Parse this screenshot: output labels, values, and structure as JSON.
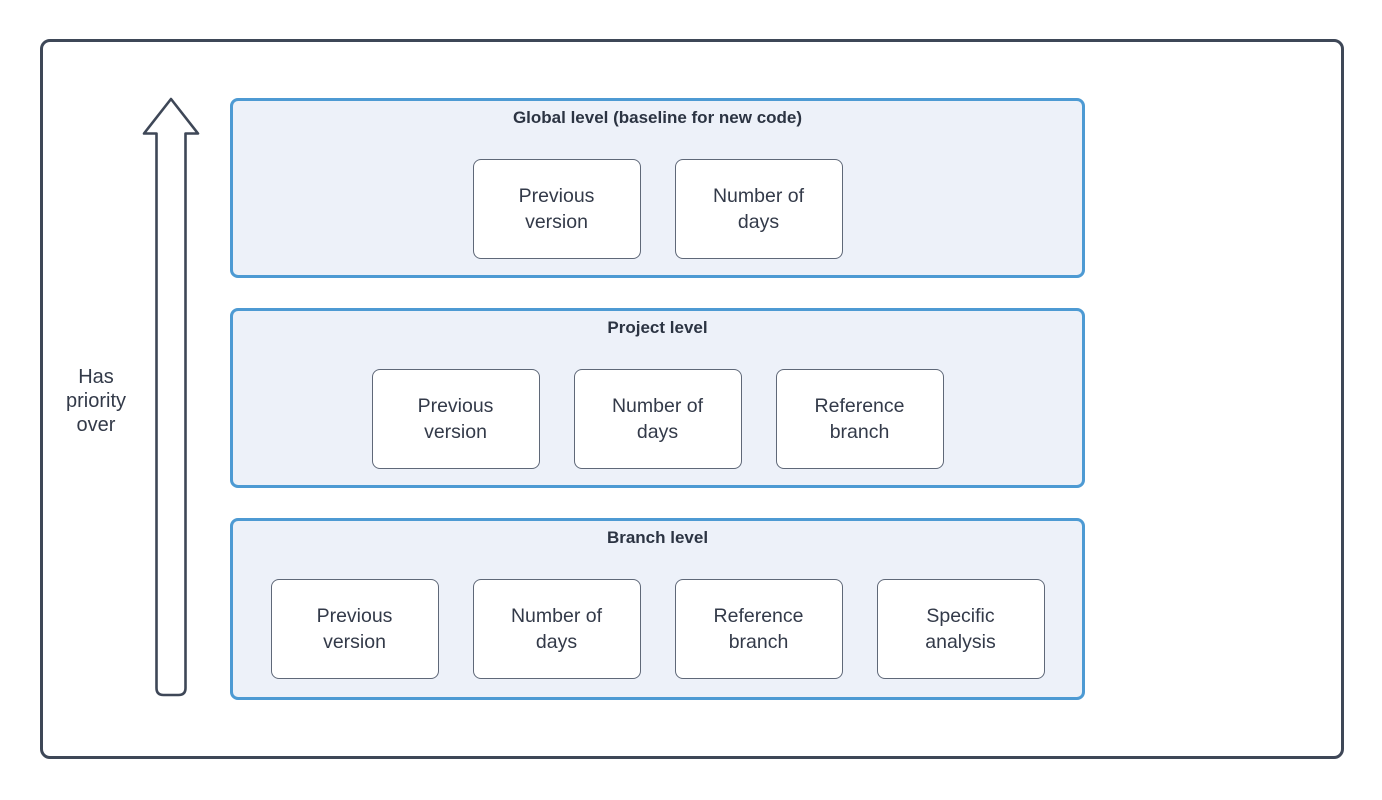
{
  "diagram": {
    "arrow_label": "Has priority over",
    "levels": [
      {
        "id": "global",
        "title": "Global level (baseline for new code)",
        "boxes": [
          "Previous version",
          "Number of days"
        ]
      },
      {
        "id": "project",
        "title": "Project level",
        "boxes": [
          "Previous version",
          "Number of days",
          "Reference branch"
        ]
      },
      {
        "id": "branch",
        "title": "Branch level",
        "boxes": [
          "Previous version",
          "Number of days",
          "Reference branch",
          "Specific analysis"
        ]
      }
    ],
    "colors": {
      "frame_border": "#3e4757",
      "panel_bg": "#edf1f9",
      "panel_border": "#4d9ad3",
      "box_bg": "#ffffff",
      "box_border": "#5f6878",
      "text": "#333a49"
    }
  }
}
